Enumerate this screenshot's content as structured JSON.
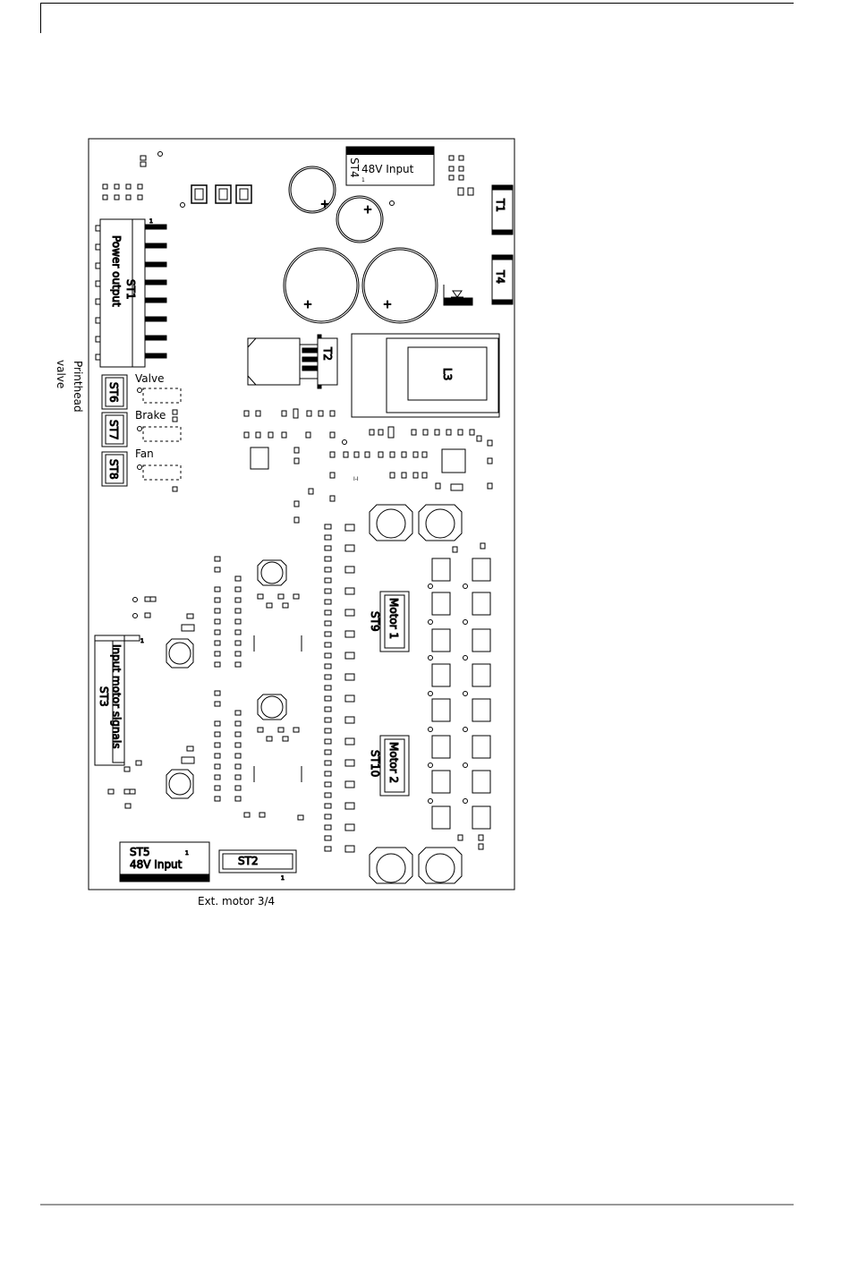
{
  "labels": {
    "st4": "ST4",
    "st4_input": "48V  Input",
    "t1": "T1",
    "t4": "T4",
    "st1": "ST1",
    "power_output": "Power output",
    "t2": "T2",
    "l3": "L3",
    "printhead": "Printhead",
    "valve_side": "valve",
    "st6": "ST6",
    "st7": "ST7",
    "st8": "ST8",
    "valve": "Valve",
    "brake": "Brake",
    "fan": "Fan",
    "st3": "ST3",
    "input_motor_signals": "Input motor signals",
    "motor1": "Motor  1",
    "st9": "ST9",
    "motor2": "Motor  2",
    "st10": "ST10",
    "st5": "ST5",
    "st5_input": "48V  Input",
    "st2": "ST2",
    "ext_motor": "Ext.  motor  3/4",
    "pin1": "1"
  }
}
